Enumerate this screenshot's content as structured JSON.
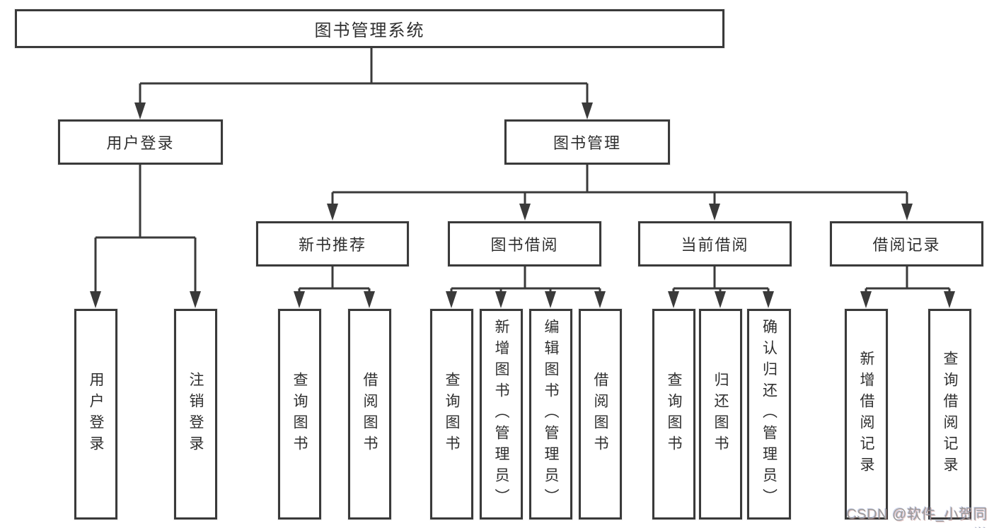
{
  "tree": {
    "label": "图书管理系统",
    "children": [
      {
        "label": "用户登录",
        "children": [
          {
            "label": "用户登录"
          },
          {
            "label": "注销登录"
          }
        ]
      },
      {
        "label": "图书管理",
        "children": [
          {
            "label": "新书推荐",
            "children": [
              {
                "label": "查询图书"
              },
              {
                "label": "借阅图书"
              }
            ]
          },
          {
            "label": "图书借阅",
            "children": [
              {
                "label": "查询图书"
              },
              {
                "label": "新增图书（管理员）"
              },
              {
                "label": "编辑图书（管理员）"
              },
              {
                "label": "借阅图书"
              }
            ]
          },
          {
            "label": "当前借阅",
            "children": [
              {
                "label": "查询图书"
              },
              {
                "label": "归还图书"
              },
              {
                "label": "确认归还（管理员）"
              }
            ]
          },
          {
            "label": "借阅记录",
            "children": [
              {
                "label": "新增借阅记录"
              },
              {
                "label": "查询借阅记录"
              }
            ]
          }
        ]
      }
    ]
  },
  "watermark": {
    "text": "CSDN @软件_小贺同学"
  },
  "colors": {
    "line": "#3a3a3a",
    "box_border": "#3a3a3a",
    "text": "#2f2f2f",
    "watermark": "#9b9b9b",
    "background": "#ffffff"
  }
}
